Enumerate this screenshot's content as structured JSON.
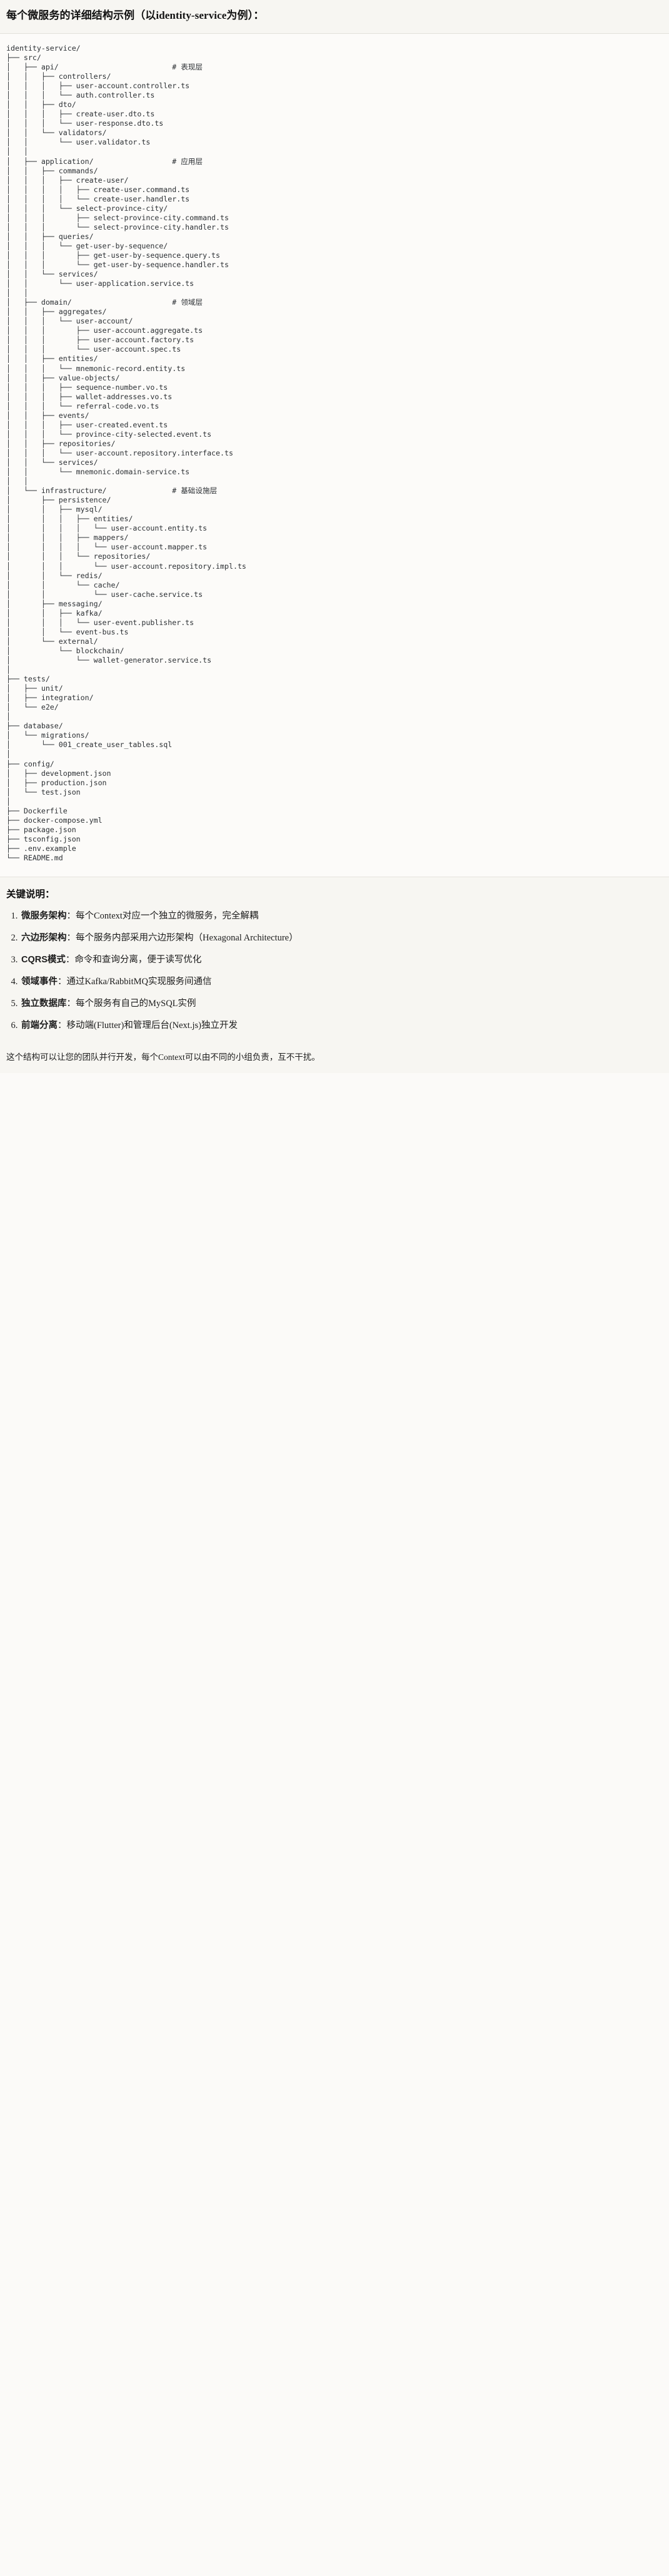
{
  "title": "每个微服务的详细结构示例（以identity-service为例）：",
  "tree": {
    "root": "identity-service/",
    "text": "identity-service/\n├── src/\n│   ├── api/                          # 表现层\n│   │   ├── controllers/\n│   │   │   ├── user-account.controller.ts\n│   │   │   └── auth.controller.ts\n│   │   ├── dto/\n│   │   │   ├── create-user.dto.ts\n│   │   │   └── user-response.dto.ts\n│   │   └── validators/\n│   │       └── user.validator.ts\n│   │\n│   ├── application/                  # 应用层\n│   │   ├── commands/\n│   │   │   ├── create-user/\n│   │   │   │   ├── create-user.command.ts\n│   │   │   │   └── create-user.handler.ts\n│   │   │   └── select-province-city/\n│   │   │       ├── select-province-city.command.ts\n│   │   │       └── select-province-city.handler.ts\n│   │   ├── queries/\n│   │   │   └── get-user-by-sequence/\n│   │   │       ├── get-user-by-sequence.query.ts\n│   │   │       └── get-user-by-sequence.handler.ts\n│   │   └── services/\n│   │       └── user-application.service.ts\n│   │\n│   ├── domain/                       # 领域层\n│   │   ├── aggregates/\n│   │   │   └── user-account/\n│   │   │       ├── user-account.aggregate.ts\n│   │   │       ├── user-account.factory.ts\n│   │   │       └── user-account.spec.ts\n│   │   ├── entities/\n│   │   │   └── mnemonic-record.entity.ts\n│   │   ├── value-objects/\n│   │   │   ├── sequence-number.vo.ts\n│   │   │   ├── wallet-addresses.vo.ts\n│   │   │   └── referral-code.vo.ts\n│   │   ├── events/\n│   │   │   ├── user-created.event.ts\n│   │   │   └── province-city-selected.event.ts\n│   │   ├── repositories/\n│   │   │   └── user-account.repository.interface.ts\n│   │   └── services/\n│   │       └── mnemonic.domain-service.ts\n│   │\n│   └── infrastructure/               # 基础设施层\n│       ├── persistence/\n│       │   ├── mysql/\n│       │   │   ├── entities/\n│       │   │   │   └── user-account.entity.ts\n│       │   │   ├── mappers/\n│       │   │   │   └── user-account.mapper.ts\n│       │   │   └── repositories/\n│       │   │       └── user-account.repository.impl.ts\n│       │   └── redis/\n│       │       └── cache/\n│       │           └── user-cache.service.ts\n│       ├── messaging/\n│       │   ├── kafka/\n│       │   │   └── user-event.publisher.ts\n│       │   └── event-bus.ts\n│       └── external/\n│           └── blockchain/\n│               └── wallet-generator.service.ts\n│\n├── tests/\n│   ├── unit/\n│   ├── integration/\n│   └── e2e/\n│\n├── database/\n│   └── migrations/\n│       └── 001_create_user_tables.sql\n│\n├── config/\n│   ├── development.json\n│   ├── production.json\n│   └── test.json\n│\n├── Dockerfile\n├── docker-compose.yml\n├── package.json\n├── tsconfig.json\n├── .env.example\n└── README.md",
    "comments": [
      {
        "label": "# 表现层",
        "for": "api/"
      },
      {
        "label": "# 应用层",
        "for": "application/"
      },
      {
        "label": "# 领域层",
        "for": "domain/"
      },
      {
        "label": "# 基础设施层",
        "for": "infrastructure/"
      }
    ]
  },
  "notes": {
    "heading": "关键说明：",
    "items": [
      {
        "term": "微服务架构",
        "sep": "：",
        "desc": "每个Context对应一个独立的微服务，完全解耦"
      },
      {
        "term": "六边形架构",
        "sep": "：",
        "desc": "每个服务内部采用六边形架构（Hexagonal Architecture）"
      },
      {
        "term": "CQRS模式",
        "sep": "：",
        "desc": "命令和查询分离，便于读写优化"
      },
      {
        "term": "领域事件",
        "sep": "：",
        "desc": "通过Kafka/RabbitMQ实现服务间通信"
      },
      {
        "term": "独立数据库",
        "sep": "：",
        "desc": "每个服务有自己的MySQL实例"
      },
      {
        "term": "前端分离",
        "sep": "：",
        "desc": "移动端(Flutter)和管理后台(Next.js)独立开发"
      }
    ],
    "closing": "这个结构可以让您的团队并行开发，每个Context可以由不同的小组负责，互不干扰。"
  },
  "colors": {
    "page_bg": "#fbfaf8",
    "code_bg": "#fcfbf9",
    "note_bg": "#f7f6f2",
    "text": "#1f1f1f",
    "code_text": "#2b2f33",
    "rule": "#e2e0da"
  }
}
